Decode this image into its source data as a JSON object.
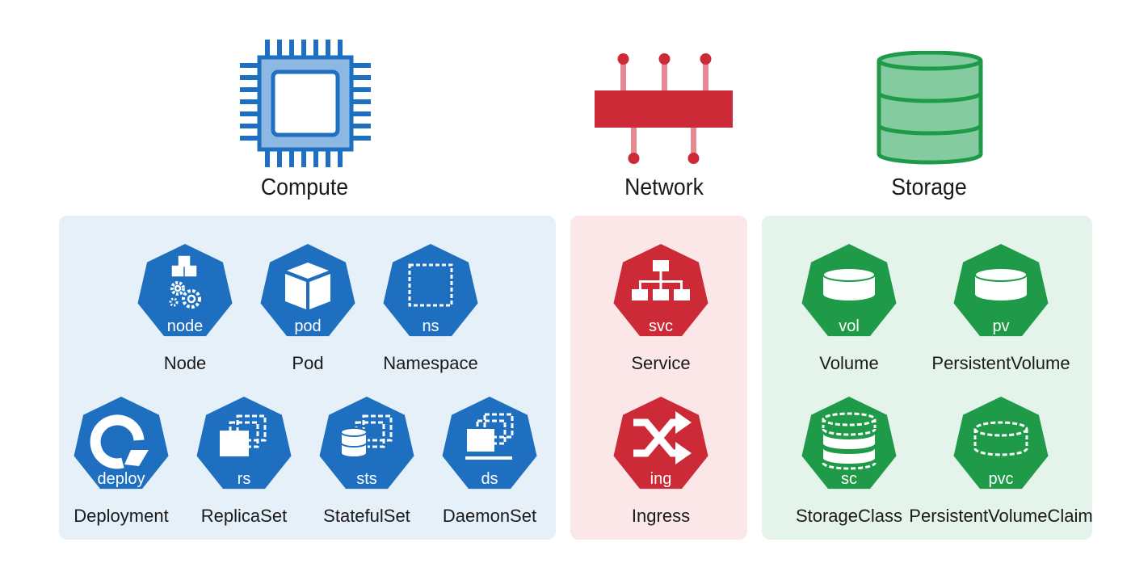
{
  "colors": {
    "compute_badge": "#1e6fbf",
    "network_badge": "#cc2a36",
    "storage_badge": "#1f9a48",
    "compute_panel": "#e5f0f9",
    "network_panel": "#fbe6e8",
    "storage_panel": "#e5f4ea"
  },
  "categories": {
    "compute": {
      "title": "Compute",
      "icon": "cpu-chip-icon",
      "resources": [
        {
          "abbr": "node",
          "name": "Node",
          "icon": "node-cubes-gears-icon"
        },
        {
          "abbr": "pod",
          "name": "Pod",
          "icon": "cube-icon"
        },
        {
          "abbr": "ns",
          "name": "Namespace",
          "icon": "dashed-square-icon"
        },
        {
          "abbr": "deploy",
          "name": "Deployment",
          "icon": "rotate-arrow-icon"
        },
        {
          "abbr": "rs",
          "name": "ReplicaSet",
          "icon": "stacked-replicas-icon"
        },
        {
          "abbr": "sts",
          "name": "StatefulSet",
          "icon": "stacked-disk-icon"
        },
        {
          "abbr": "ds",
          "name": "DaemonSet",
          "icon": "stacked-base-icon"
        }
      ]
    },
    "network": {
      "title": "Network",
      "icon": "network-bus-icon",
      "resources": [
        {
          "abbr": "svc",
          "name": "Service",
          "icon": "hierarchy-icon"
        },
        {
          "abbr": "ing",
          "name": "Ingress",
          "icon": "shuffle-arrows-icon"
        }
      ]
    },
    "storage": {
      "title": "Storage",
      "icon": "database-icon",
      "resources": [
        {
          "abbr": "vol",
          "name": "Volume",
          "icon": "disk-icon"
        },
        {
          "abbr": "pv",
          "name": "PersistentVolume",
          "icon": "disk-icon"
        },
        {
          "abbr": "sc",
          "name": "StorageClass",
          "icon": "dashed-stack-icon"
        },
        {
          "abbr": "pvc",
          "name": "PersistentVolumeClaim",
          "icon": "dashed-disk-icon"
        }
      ]
    }
  }
}
